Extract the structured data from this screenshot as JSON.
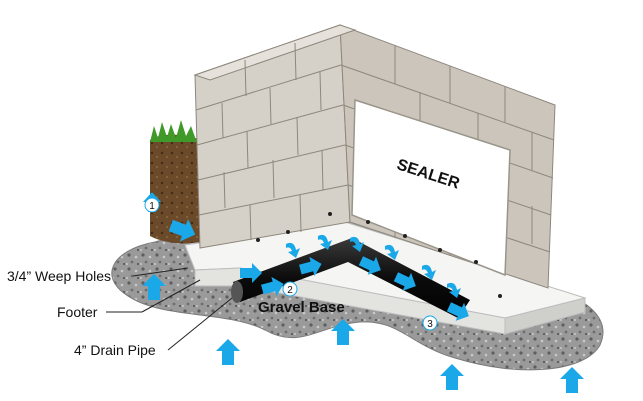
{
  "labels": {
    "weep_holes": "3/4” Weep Holes",
    "footer": "Footer",
    "drain_pipe": "4” Drain Pipe",
    "gravel_base": "Gravel Base",
    "sealer": "SEALER"
  },
  "markers": [
    "1",
    "2",
    "3"
  ],
  "colors": {
    "arrow": "#1aa8e8",
    "block": "#d2cdc4",
    "gravel": "#8a8a8a",
    "pipe": "#111111",
    "footer": "#f4f4f2",
    "soil": "#6b4a2a",
    "grass": "#3f9a2a"
  }
}
